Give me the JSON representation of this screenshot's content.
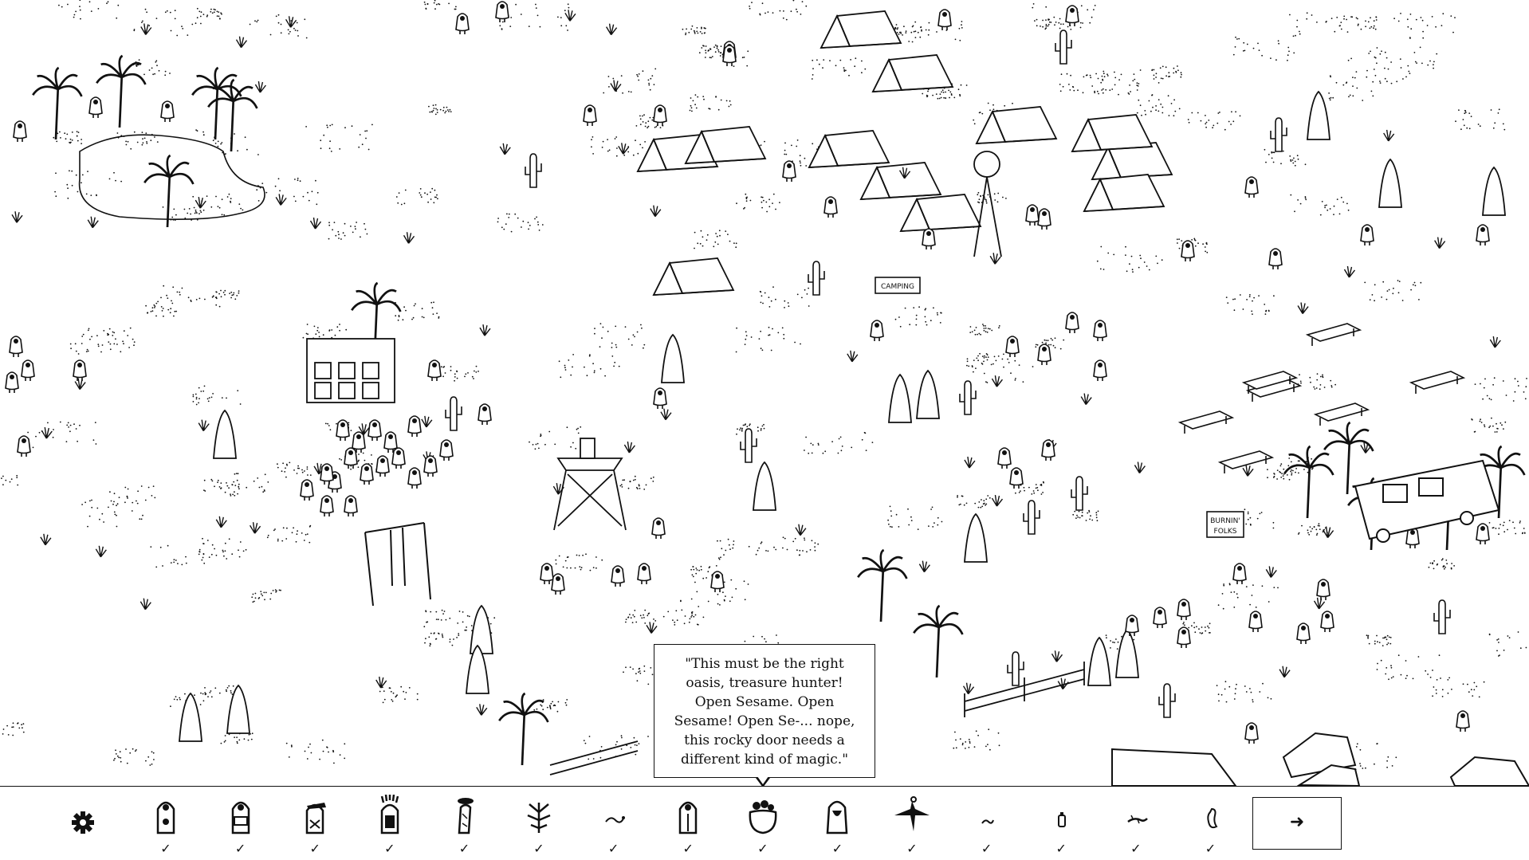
{
  "scene": {
    "name": "desert-oasis-festival",
    "sign_camping": "CAMPING",
    "sign_burnin_line1": "BURNIN'",
    "sign_burnin_line2": "FOLKS"
  },
  "dialog": {
    "text": "\"This must be the right\noasis, treasure hunter!\nOpen Sesame. Open\nSesame! Open Se-... nope,\nthis rocky door needs a\ndifferent kind of magic.\""
  },
  "toolbar": {
    "settings_icon": "gear-icon",
    "next_icon": "arrow-right-icon",
    "next_label": "➜",
    "targets": [
      {
        "icon": "hooded-person-badge",
        "status": "✓"
      },
      {
        "icon": "hooded-person-tablet",
        "status": "✓"
      },
      {
        "icon": "hooded-person-cap",
        "status": "✓"
      },
      {
        "icon": "hooded-person-dreadlocks",
        "status": "✓"
      },
      {
        "icon": "cactus-ufo",
        "status": "✓"
      },
      {
        "icon": "desert-plant",
        "status": "✓"
      },
      {
        "icon": "small-snake",
        "status": "✓"
      },
      {
        "icon": "hooded-person-plain",
        "status": "✓"
      },
      {
        "icon": "cauldron",
        "status": "✓"
      },
      {
        "icon": "hooded-person-beard",
        "status": "✓"
      },
      {
        "icon": "vulture",
        "status": "✓"
      },
      {
        "icon": "worm",
        "status": "✓"
      },
      {
        "icon": "small-bottle",
        "status": "✓"
      },
      {
        "icon": "lizard",
        "status": "✓"
      },
      {
        "icon": "seahorse",
        "status": "✓"
      }
    ]
  },
  "colors": {
    "ink": "#111111",
    "paper": "#ffffff"
  }
}
